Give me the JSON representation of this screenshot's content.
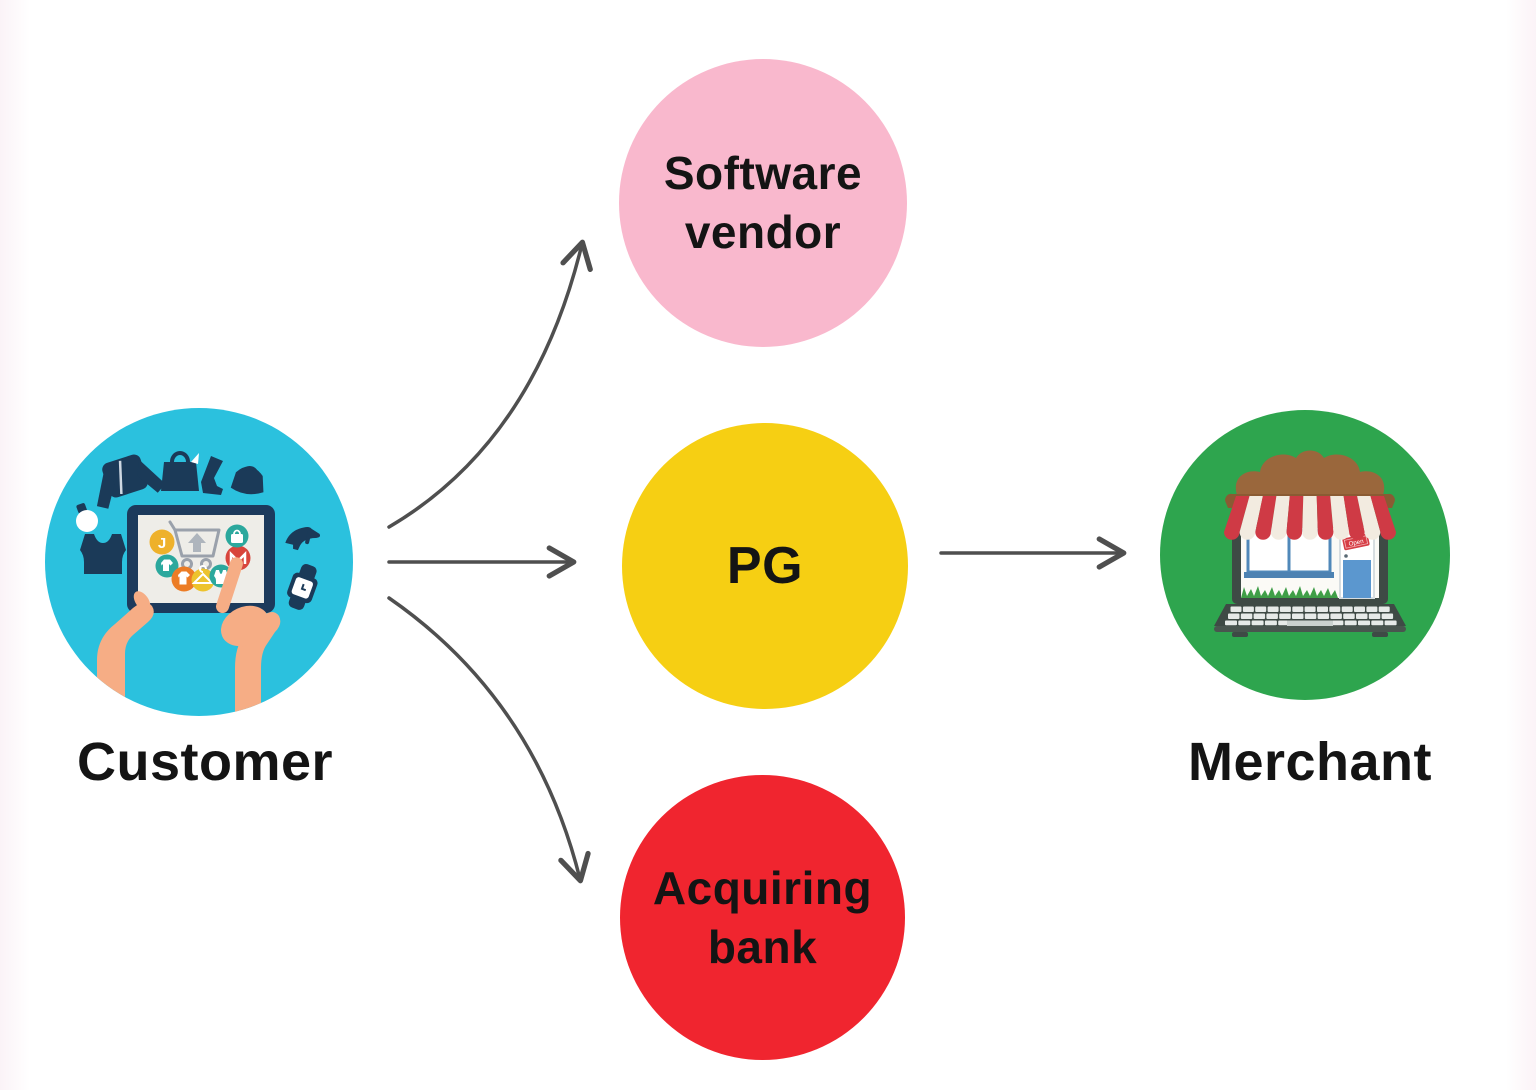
{
  "background": "#ffffff",
  "arrow_color": "#4f4f4f",
  "nodes": {
    "customer": {
      "label": "Customer",
      "color": "#2bc1de"
    },
    "software_vendor": {
      "label": "Software vendor",
      "color": "#f9b8cd"
    },
    "pg": {
      "label": "PG",
      "color": "#f6cf13"
    },
    "acquiring_bank": {
      "label": "Acquiring bank",
      "color": "#f0252f"
    },
    "merchant": {
      "label": "Merchant",
      "color": "#2ea54e"
    }
  },
  "connections": [
    {
      "from": "Customer",
      "to": "Software vendor",
      "shape": "curved-up",
      "arrowhead": "open-chevron"
    },
    {
      "from": "Customer",
      "to": "PG",
      "shape": "straight",
      "arrowhead": "open-chevron"
    },
    {
      "from": "Customer",
      "to": "Acquiring bank",
      "shape": "curved-down",
      "arrowhead": "open-chevron"
    },
    {
      "from": "PG",
      "to": "Merchant",
      "shape": "straight",
      "arrowhead": "open-chevron"
    }
  ],
  "customer_tablet": {
    "letter_badge": "J",
    "icons": [
      "letter-badge",
      "t-shirt",
      "shirt",
      "hanger",
      "tank-top",
      "jacket",
      "bag",
      "cart-with-up-arrow"
    ]
  },
  "merchant_store": {
    "open_sign": "Open"
  },
  "illustrations": {
    "customer": "hands-holding-tablet-with-online-shopping-icons",
    "merchant": "laptop-with-storefront-online-shop"
  }
}
